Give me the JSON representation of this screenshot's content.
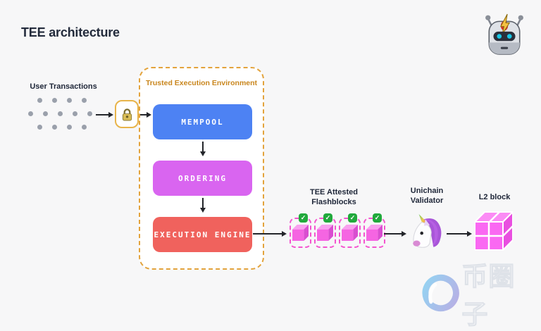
{
  "title": "TEE architecture",
  "header": {
    "robot_icon": "🤖"
  },
  "flow": {
    "user_transactions": {
      "label": "User Transactions"
    },
    "lock_icon": "🔒",
    "tee": {
      "label": "Trusted Execution Environment",
      "stages": [
        {
          "label": "MEMPOOL",
          "color": "#4d82f3"
        },
        {
          "label": "ORDERING",
          "color": "#d965f0"
        },
        {
          "label": "EXECUTION ENGINE",
          "color": "#f0625d"
        }
      ]
    },
    "flashblocks": {
      "label_line1": "TEE Attested",
      "label_line2": "Flashblocks",
      "count": 4,
      "check_icon": "✅",
      "check_glyph": "✓",
      "cube_icon": "🟪"
    },
    "validator": {
      "label_line1": "Unichain",
      "label_line2": "Validator",
      "icon": "🦄"
    },
    "l2_block": {
      "label": "L2 block"
    }
  },
  "colors": {
    "background": "#f7f7f8",
    "title_text": "#232b3c",
    "tee_border": "#e3a33c",
    "tee_title_text": "#c9861d",
    "mempool_blue": "#4d82f3",
    "ordering_magenta": "#d965f0",
    "execution_red": "#f0625d",
    "flashblock_border": "#f455cf",
    "cube_pink": "#f966f2",
    "check_green": "#21a93c",
    "arrow_black": "#23252a",
    "dot_gray": "#9aa0ab"
  },
  "watermark": {
    "text": "币圈子"
  }
}
